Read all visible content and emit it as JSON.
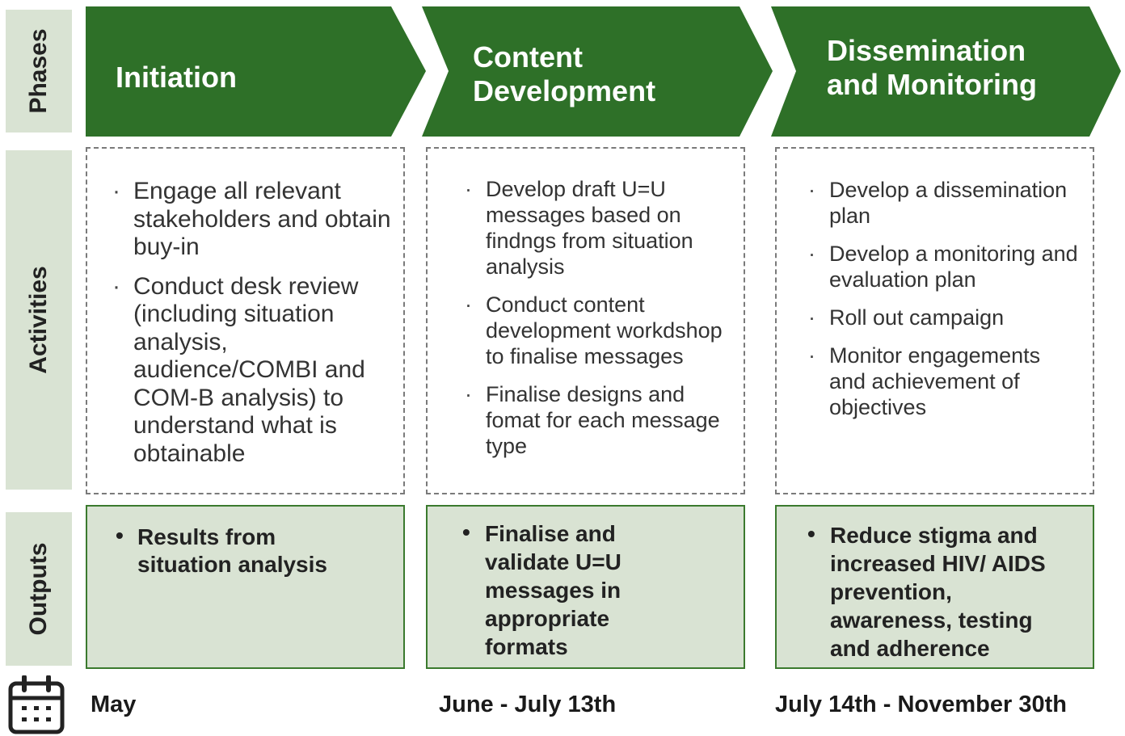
{
  "side_labels": {
    "phases": "Phases",
    "activities": "Activities",
    "outputs": "Outputs"
  },
  "colors": {
    "phase_green": "#2e7028",
    "light_green": "#d9e3d3",
    "output_border": "#3b7a2e"
  },
  "phases": [
    {
      "title_lines": [
        "Initiation"
      ]
    },
    {
      "title_lines": [
        "Content",
        "Development"
      ]
    },
    {
      "title_lines": [
        "Dissemination",
        "and Monitoring"
      ]
    }
  ],
  "activities": [
    [
      "Engage all relevant stakeholders and obtain buy-in",
      "Conduct desk review (including situation analysis, audience/COMBI and COM-B analysis) to understand what is obtainable"
    ],
    [
      "Develop draft U=U messages based on findngs from situation analysis",
      "Conduct content development workdshop to finalise messages",
      "Finalise designs and fomat for each message type"
    ],
    [
      "Develop a dissemination plan",
      "Develop a monitoring and evaluation plan",
      "Roll out campaign",
      "Monitor engagements and achievement of objectives"
    ]
  ],
  "outputs": [
    "Results from situation analysis",
    "Finalise and validate U=U messages in appropriate formats",
    "Reduce stigma and increased HIV/ AIDS prevention, awareness, testing and adherence"
  ],
  "timeline": {
    "icon": "calendar-icon",
    "dates": [
      "May",
      "June - July 13th",
      "July 14th - November 30th"
    ]
  }
}
